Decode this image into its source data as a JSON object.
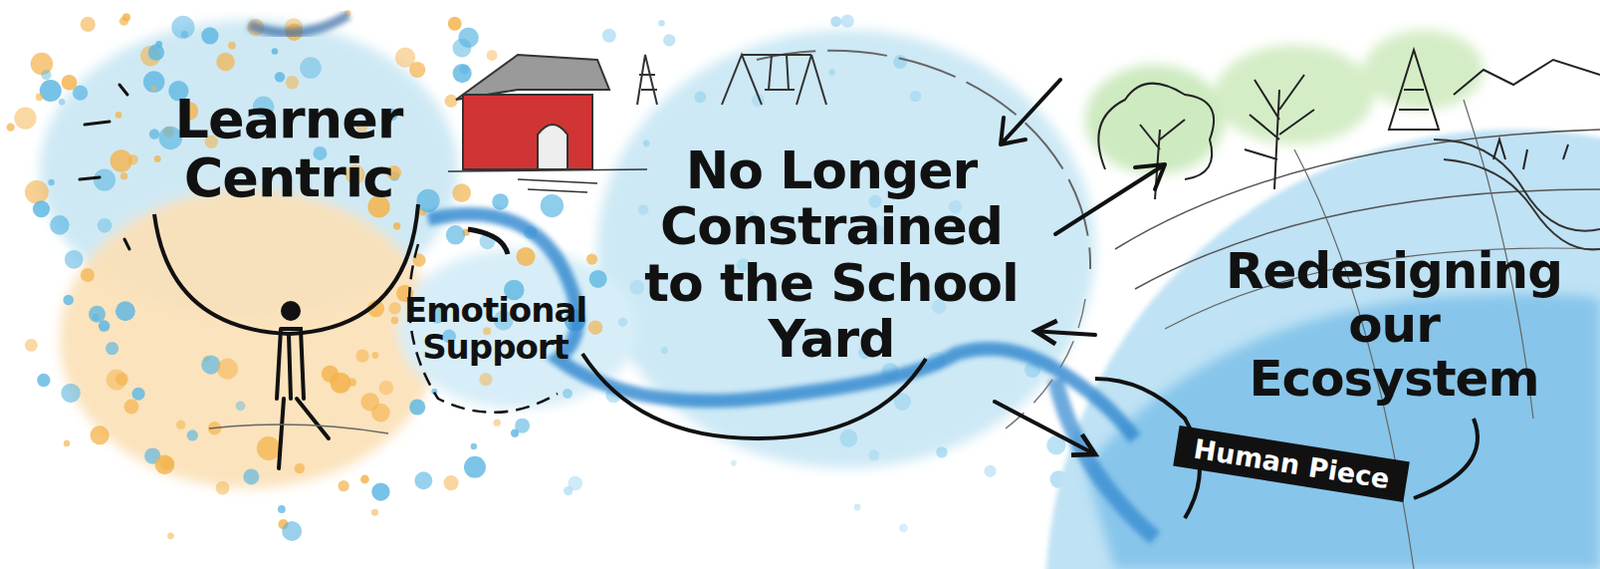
{
  "diagram": {
    "nodes": [
      {
        "text": [
          "Learner Centric"
        ]
      },
      {
        "text": [
          "Emotional Support"
        ]
      },
      {
        "text": [
          "No Longer Constrained to the School Yard"
        ]
      },
      {
        "text": [
          "Redesigning our Ecosystem",
          "Human Piece"
        ]
      }
    ],
    "edges": [
      {
        "from": 2,
        "to": 3,
        "arrow": "to"
      },
      {
        "from": 3,
        "to": 2,
        "arrow": "to"
      }
    ]
  }
}
